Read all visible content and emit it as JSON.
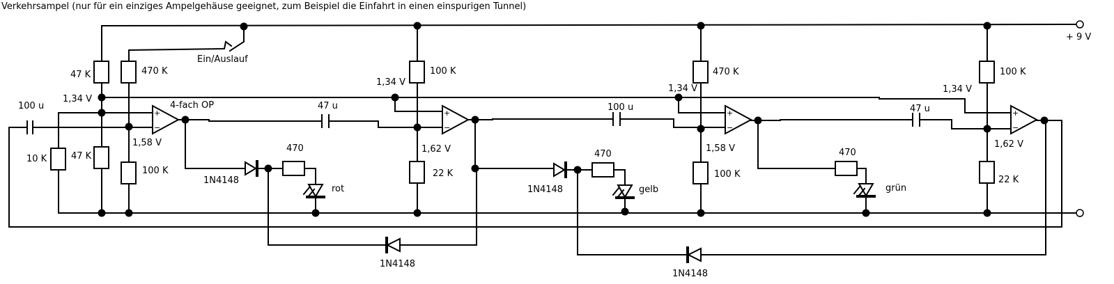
{
  "title": "Verkehrsampel (nur für ein einziges Ampelgehäuse geeignet, zum Beispiel die Einfahrt in einen einspurigen Tunnel)",
  "supply": "+ 9 V",
  "switch_label": "Ein/Auslauf",
  "opamp_label": "4-fach OP",
  "opamp_plus": "+",
  "opamp_minus": "−",
  "resistors": {
    "r47k_a": "47 K",
    "r470k_a": "470 K",
    "r10k": "10 K",
    "r47k_b": "47 K",
    "r100k_a": "100 K",
    "r100k_b": "100 K",
    "r22k_a": "22 K",
    "r470k_b": "470 K",
    "r100k_c": "100 K",
    "r100k_d": "100 K",
    "r22k_b": "22 K",
    "r470_red": "470",
    "r470_yellow": "470",
    "r470_green": "470"
  },
  "capacitors": {
    "c100u_a": "100 u",
    "c47u_a": "47 u",
    "c100u_b": "100 u",
    "c47u_b": "47 u"
  },
  "voltages": {
    "v1_ref": "1,34 V",
    "v1_bias": "1,58 V",
    "v2_ref": "1,34 V",
    "v2_bias": "1,62 V",
    "v3_ref": "1,34 V",
    "v3_bias": "1,58 V",
    "v4_ref": "1,34 V",
    "v4_bias": "1,62 V"
  },
  "diodes": {
    "d_red": "1N4148",
    "d_yellow": "1N4148",
    "d_fb1": "1N4148",
    "d_fb2": "1N4148"
  },
  "leds": {
    "red": "rot",
    "yellow": "gelb",
    "green": "grün"
  }
}
